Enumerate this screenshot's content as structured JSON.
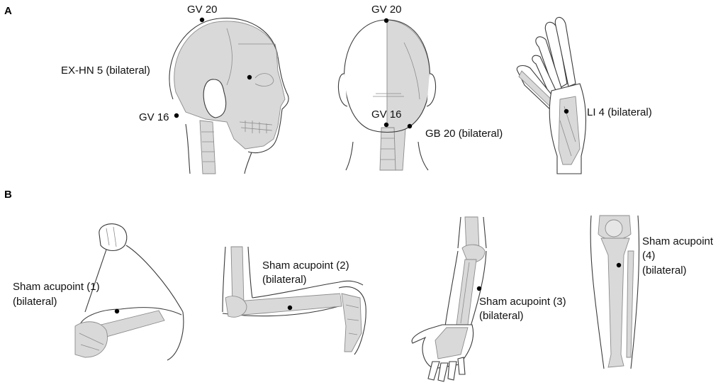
{
  "panels": {
    "a": "A",
    "b": "B"
  },
  "points": {
    "gv20_side": "GV 20",
    "exhn5": "EX-HN 5 (bilateral)",
    "gv16_side": "GV 16",
    "gv20_back": "GV 20",
    "gv16_back": "GV 16",
    "gb20": "GB 20 (bilateral)",
    "li4": "LI 4 (bilateral)",
    "sham1_a": "Sham acupoint (1)",
    "sham1_b": "(bilateral)",
    "sham2_a": "Sham acupoint (2)",
    "sham2_b": "(bilateral)",
    "sham3_a": "Sham acupoint (3)",
    "sham3_b": "(bilateral)",
    "sham4_a": "Sham acupoint",
    "sham4_b": "(4)",
    "sham4_c": "(bilateral)"
  },
  "colors": {
    "bone": "#d9d9d9",
    "outline": "#3a3a3a",
    "point": "#000000"
  }
}
